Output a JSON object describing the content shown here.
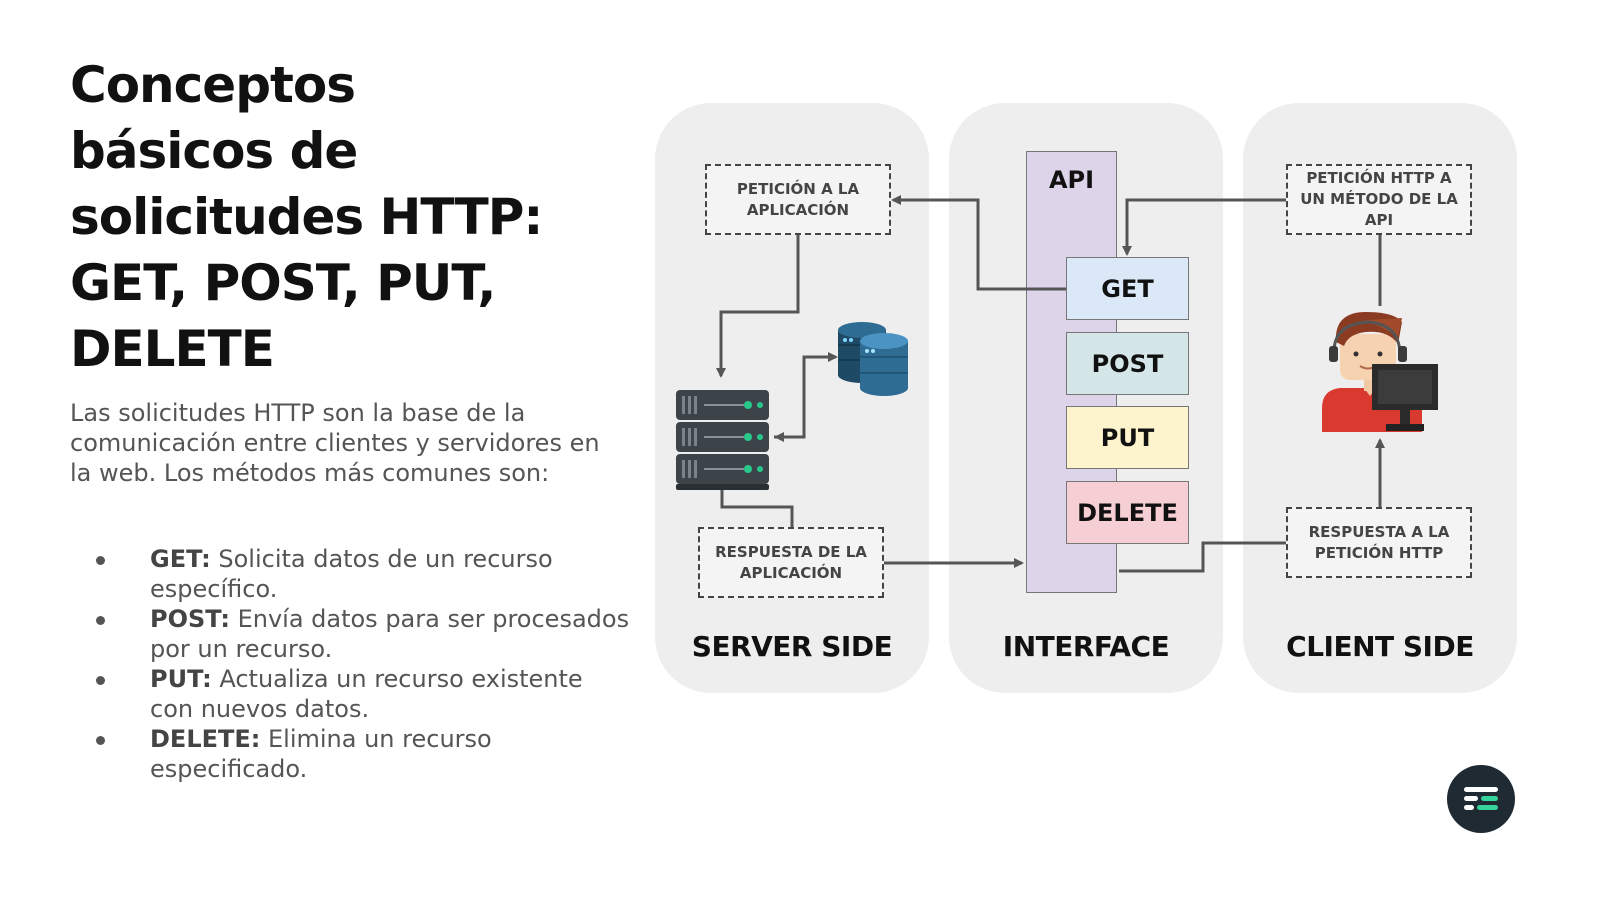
{
  "title_lines": [
    "Conceptos",
    "básicos de",
    "solicitudes HTTP:",
    "GET, POST, PUT,",
    "DELETE"
  ],
  "intro": "Las solicitudes HTTP son la base de la comunicación entre clientes y servidores en la web. Los métodos más comunes son:",
  "bullets": [
    {
      "term": "GET:",
      "text": " Solicita datos de un recurso específico."
    },
    {
      "term": "POST:",
      "text": " Envía datos para ser procesados por un recurso."
    },
    {
      "term": "PUT:",
      "text": " Actualiza un recurso existente con nuevos datos."
    },
    {
      "term": "DELETE:",
      "text": " Elimina un recurso especificado."
    }
  ],
  "diagram": {
    "panels": {
      "server": "SERVER SIDE",
      "interface": "INTERFACE",
      "client": "CLIENT SIDE"
    },
    "api_label": "API",
    "methods": [
      {
        "label": "GET",
        "color": "#dae8f8"
      },
      {
        "label": "POST",
        "color": "#d5e6e8"
      },
      {
        "label": "PUT",
        "color": "#fdf3cc"
      },
      {
        "label": "DELETE",
        "color": "#f5cfd3"
      }
    ],
    "boxes": {
      "peticion_aplicacion": "PETICIÓN A LA APLICACIÓN",
      "respuesta_aplicacion": "RESPUESTA DE LA APLICACIÓN",
      "peticion_http": "PETICIÓN HTTP A UN MÉTODO DE LA API",
      "respuesta_http": "RESPUESTA A LA PETICIÓN HTTP"
    },
    "icons": [
      "server-rack-icon",
      "database-icon",
      "user-at-computer-icon",
      "brand-logo-icon"
    ],
    "colors": {
      "panel": "#eeeeee",
      "api_column": "#ddd4ea",
      "arrow": "#555555"
    }
  }
}
